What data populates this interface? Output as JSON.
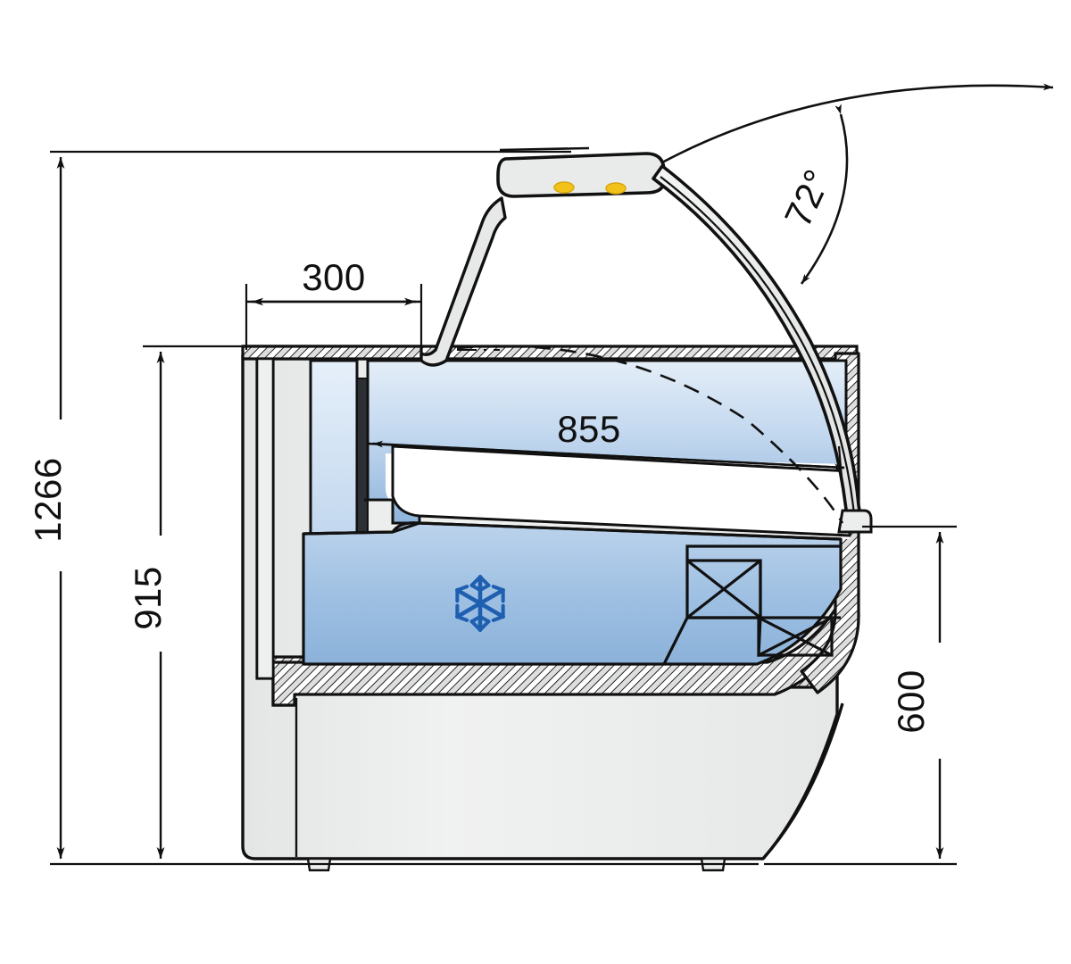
{
  "drawing": {
    "title": "Refrigerated Display Counter - Cross Section",
    "type": "technical-cross-section",
    "units": "mm",
    "colors": {
      "outline": "#111111",
      "body_fill": "#eceded",
      "insulation_fill": "#dcdddd",
      "glass_fill": "#e8e9ea",
      "interior_blue_light": "#e0ebf7",
      "interior_blue_mid": "#b6cfea",
      "interior_blue_dark": "#8cb2da",
      "snowflake": "#2060b0",
      "led_yellow": "#f5c518",
      "background": "#ffffff"
    }
  },
  "dimensions": {
    "overall_height": {
      "value": "1266",
      "unit": "mm",
      "orientation": "vertical",
      "position": "far-left"
    },
    "counter_height": {
      "value": "915",
      "unit": "mm",
      "orientation": "vertical",
      "position": "left-inner"
    },
    "top_depth": {
      "value": "300",
      "unit": "mm",
      "orientation": "horizontal",
      "position": "top-left"
    },
    "display_width": {
      "value": "855",
      "unit": "mm",
      "orientation": "horizontal",
      "position": "center"
    },
    "base_height": {
      "value": "600",
      "unit": "mm",
      "orientation": "vertical",
      "position": "right"
    },
    "glass_open_angle": {
      "value": "72°",
      "unit": "degrees",
      "orientation": "angular",
      "position": "top-right"
    }
  },
  "components": {
    "snowflake_icon": "snowflake-icon",
    "led_lights": [
      "led-light-left",
      "led-light-right"
    ],
    "fan_units": [
      "fan-unit-upper",
      "fan-unit-lower"
    ],
    "canopy_bar": "canopy-light-bar",
    "glass_panel": "curved-glass-panel",
    "glass_open_path": "glass-open-dashed-arc",
    "feet": [
      "foot-left",
      "foot-right"
    ],
    "bumper": "left-side-bumper"
  }
}
